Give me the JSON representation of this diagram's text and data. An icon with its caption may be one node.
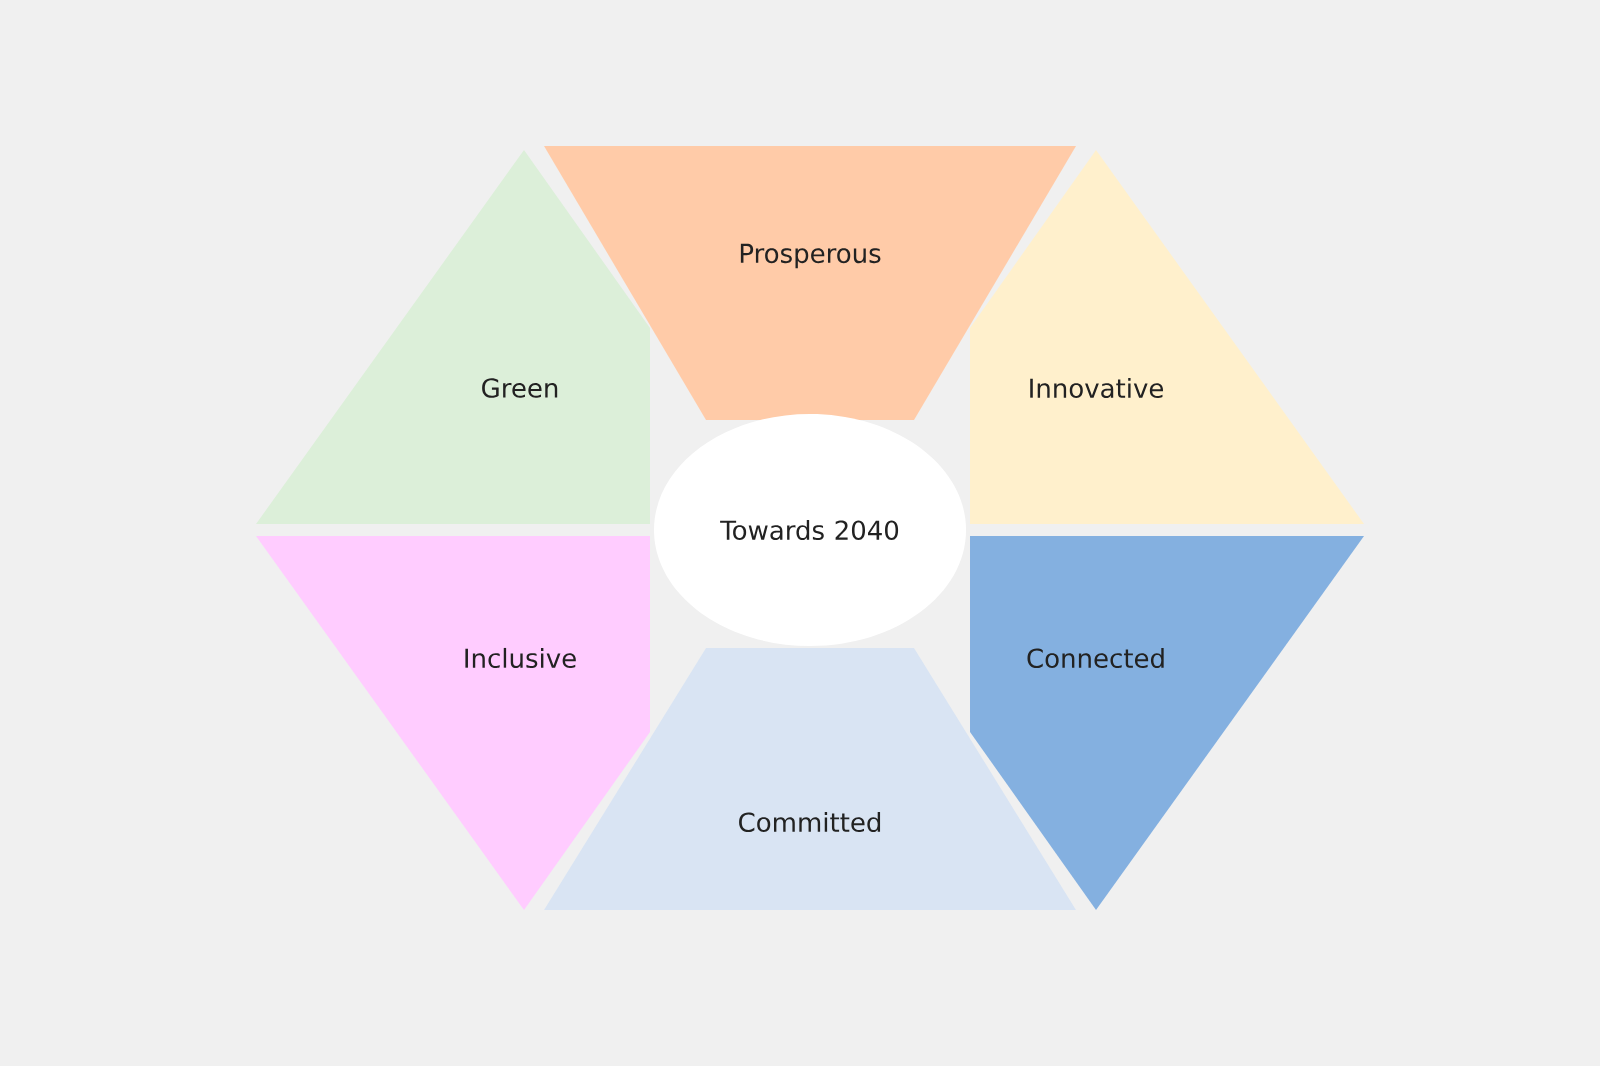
{
  "diagram": {
    "nodes": [
      {
        "text": [
          "Prosperous"
        ]
      },
      {
        "text": [
          "Green"
        ]
      },
      {
        "text": [
          "Innovative"
        ]
      },
      {
        "text": [
          "Towards 2040"
        ]
      },
      {
        "text": [
          "Inclusive"
        ]
      },
      {
        "text": [
          "Connected"
        ]
      },
      {
        "text": [
          "Committed"
        ]
      }
    ],
    "edges": []
  }
}
